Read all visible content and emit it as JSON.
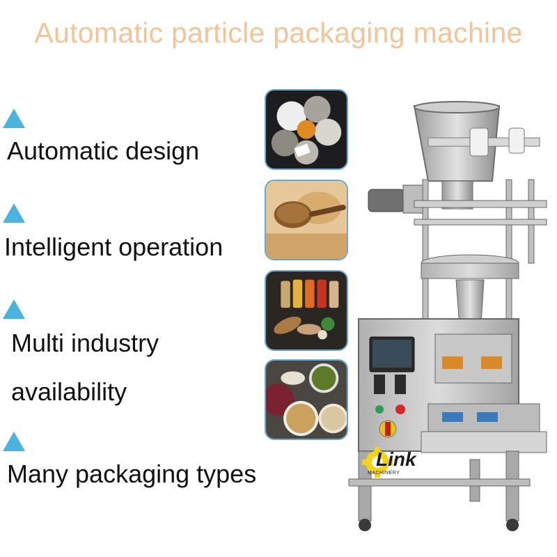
{
  "title": "Automatic particle packaging machine",
  "features": [
    {
      "label": "Automatic design"
    },
    {
      "label": "Intelligent operation"
    },
    {
      "label_line1": "Multi industry",
      "label_line2": "availability"
    },
    {
      "label": "Many packaging types"
    }
  ],
  "icons": {
    "bullet": "triangle-up-icon",
    "logo": "link-machinery-gear-logo"
  },
  "logo": {
    "text": "Link",
    "subtext": "MACHINERY"
  },
  "colors": {
    "title": "#f2c499",
    "bullet": "#4bb3dd",
    "feature_text": "#111111",
    "logo_gear": "#f3d21a"
  }
}
